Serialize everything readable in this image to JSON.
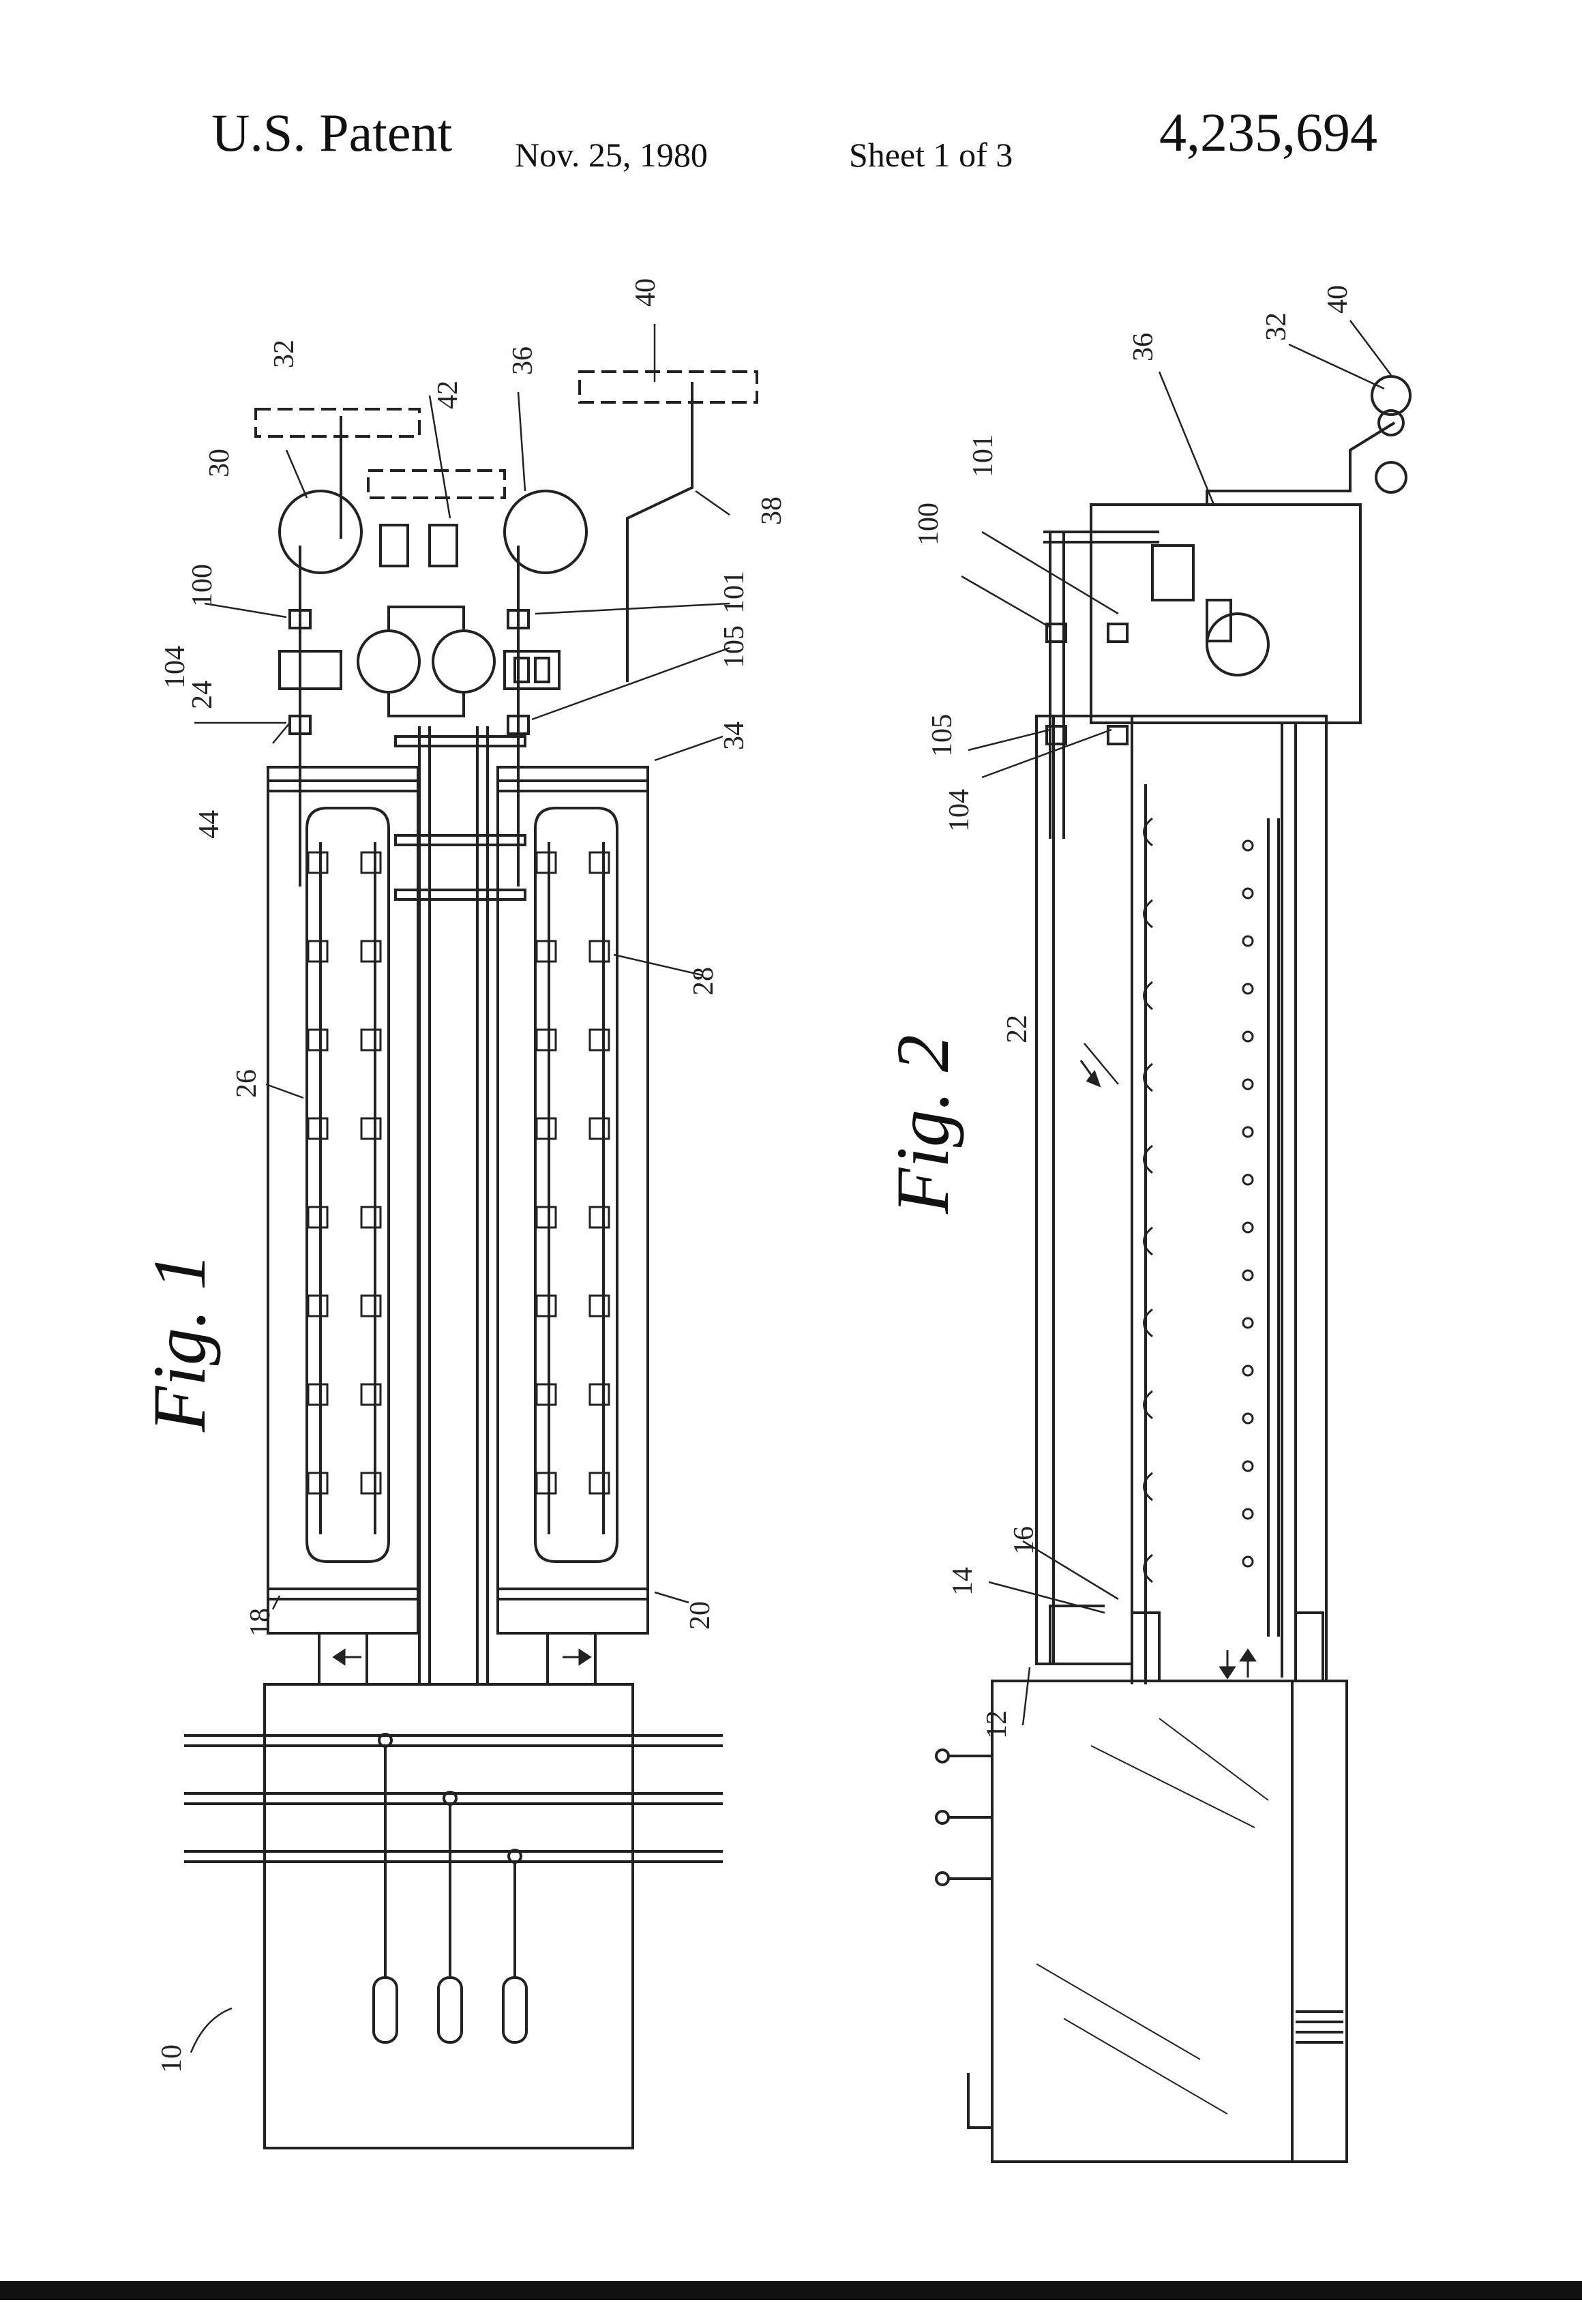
{
  "header": {
    "left": "U.S. Patent",
    "date": "Nov. 25, 1980",
    "sheet": "Sheet 1 of 3",
    "patent_number": "4,235,694"
  },
  "figures": {
    "fig1": "Fig. 1",
    "fig2": "Fig. 2"
  },
  "labels": {
    "l10": "10",
    "l18": "18",
    "l20": "20",
    "l24": "24",
    "l26": "26",
    "l28": "28",
    "l30": "30",
    "l32": "32",
    "l34": "34",
    "l36": "36",
    "l38": "38",
    "l40": "40",
    "l42": "42",
    "l44": "44",
    "l100": "100",
    "l101": "101",
    "l104": "104",
    "l105": "105",
    "f2_12": "12",
    "f2_14": "14",
    "f2_16": "16",
    "f2_22": "22",
    "f2_32": "32",
    "f2_36": "36",
    "f2_40": "40",
    "f2_100": "100",
    "f2_101": "101",
    "f2_104": "104",
    "f2_105": "105"
  }
}
